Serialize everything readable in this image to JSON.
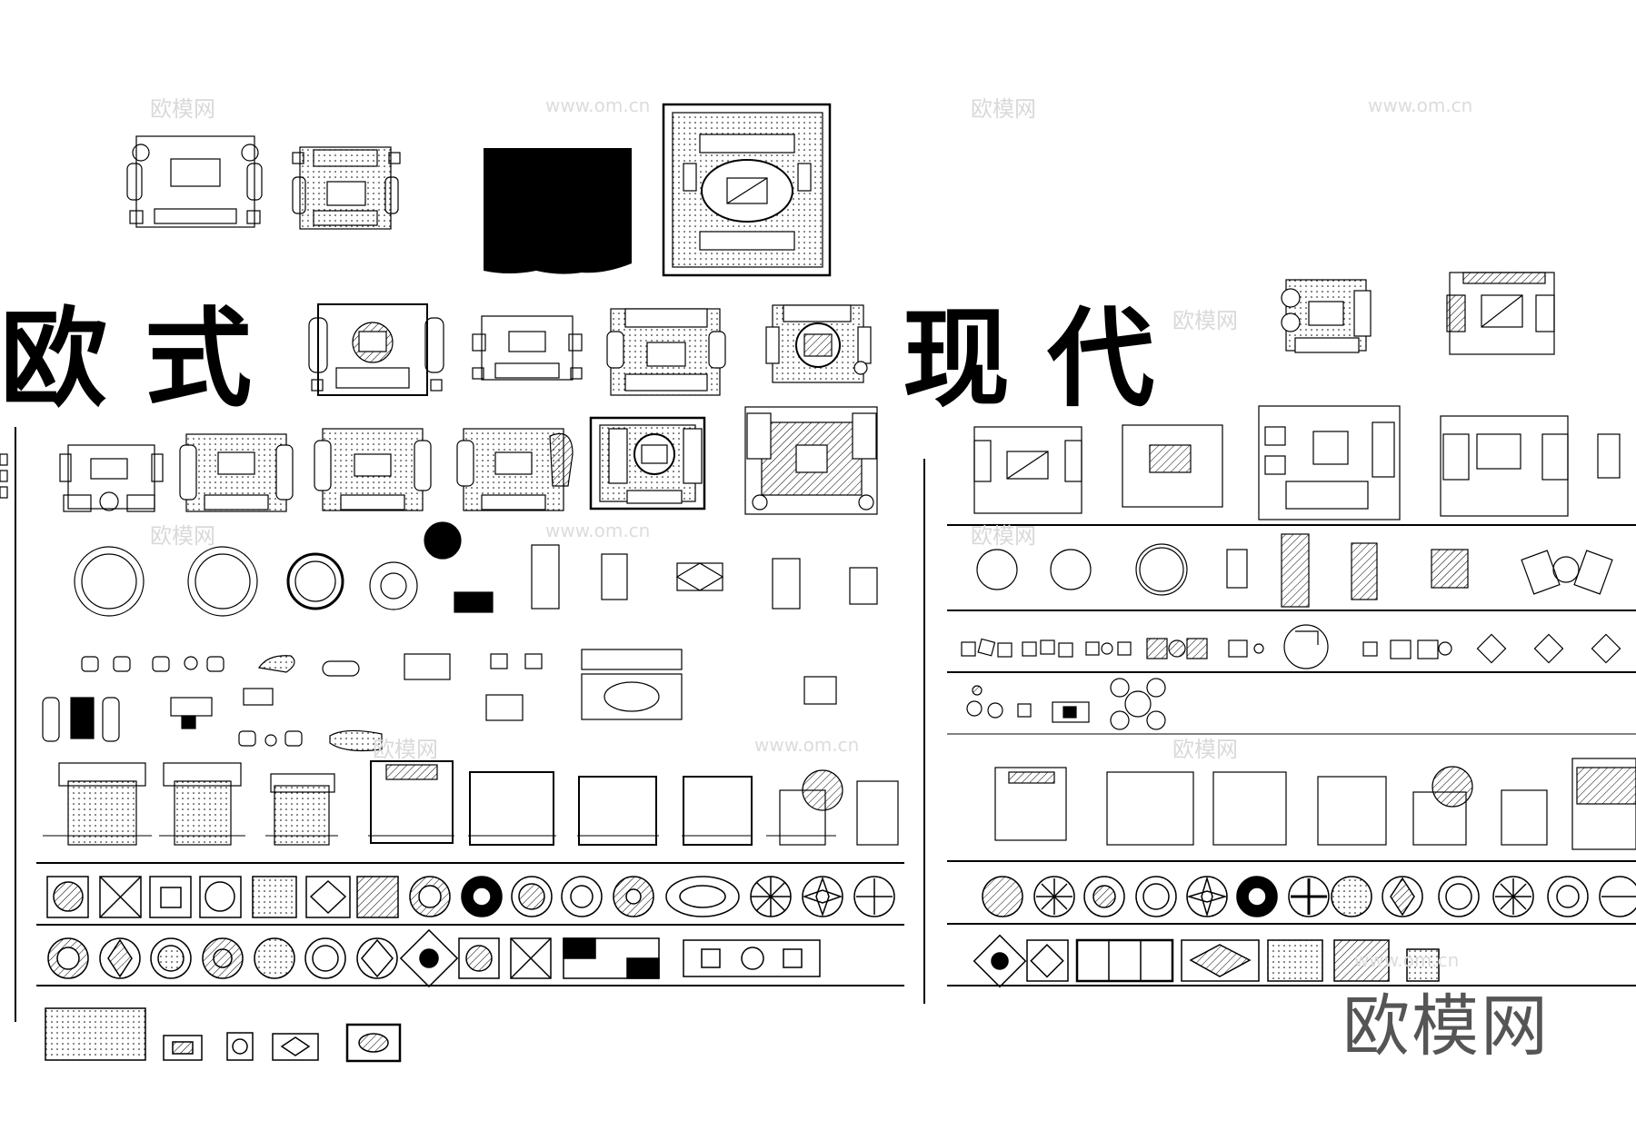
{
  "titles": {
    "european": "欧 式",
    "modern": "现 代"
  },
  "brand": "欧模网",
  "watermarks": {
    "cn": "欧模网",
    "url": "www.om.cn"
  },
  "colors": {
    "ink": "#000000",
    "background": "#ffffff",
    "watermark": "#d9d9d9",
    "brand": "#555555"
  }
}
